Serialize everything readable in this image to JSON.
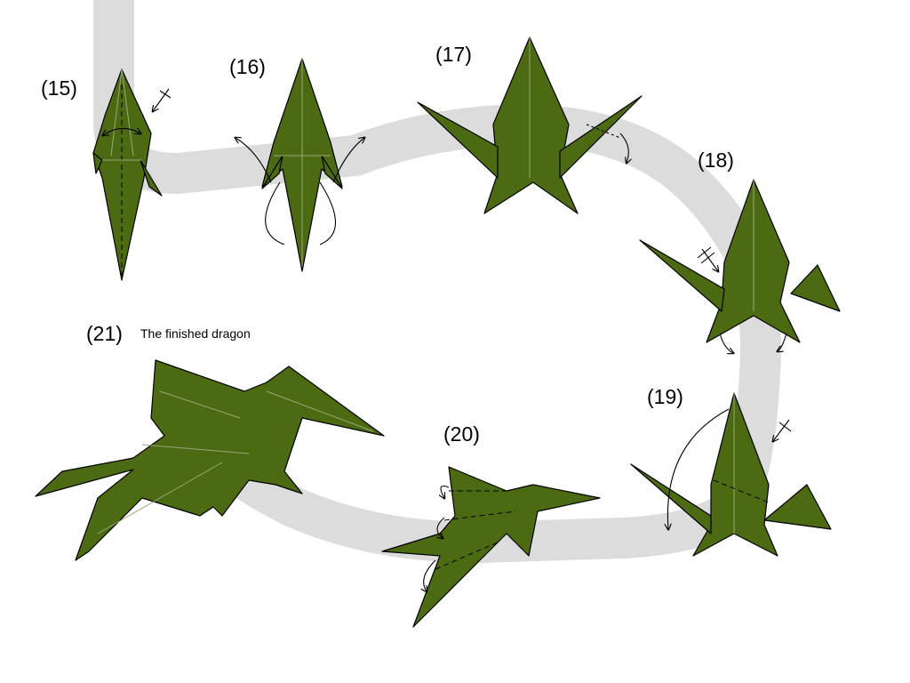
{
  "steps": [
    {
      "label": "(15)"
    },
    {
      "label": "(16)"
    },
    {
      "label": "(17)"
    },
    {
      "label": "(18)"
    },
    {
      "label": "(19)"
    },
    {
      "label": "(20)"
    },
    {
      "label": "(21)",
      "caption": "The finished dragon"
    }
  ],
  "colors": {
    "paper": "#4c6a12",
    "outline": "#000000",
    "path": "#dcdcdc",
    "crease": "#9aa87a"
  }
}
